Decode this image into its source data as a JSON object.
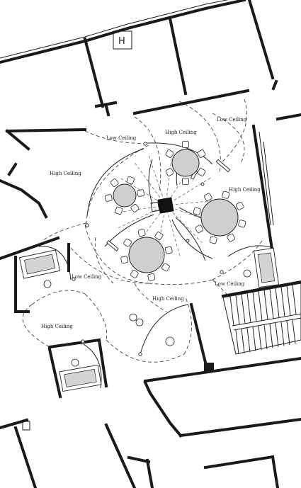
{
  "zones": [
    {
      "id": "high-ceiling-west",
      "label": "High Ceiling"
    },
    {
      "id": "low-ceiling-north",
      "label": "Low Ceiling"
    },
    {
      "id": "high-ceiling-north",
      "label": "High Ceiling"
    },
    {
      "id": "low-ceiling-northeast",
      "label": "Low Ceiling"
    },
    {
      "id": "high-ceiling-east",
      "label": "High Ceiling"
    },
    {
      "id": "low-ceiling-southwest",
      "label": "Low Ceiling"
    },
    {
      "id": "high-ceiling-south",
      "label": "High Ceiling"
    },
    {
      "id": "low-ceiling-southeast",
      "label": "Low Ceiling"
    },
    {
      "id": "high-ceiling-southwest",
      "label": "High Ceiling"
    }
  ],
  "symbols": {
    "elevator_letter": "H"
  }
}
